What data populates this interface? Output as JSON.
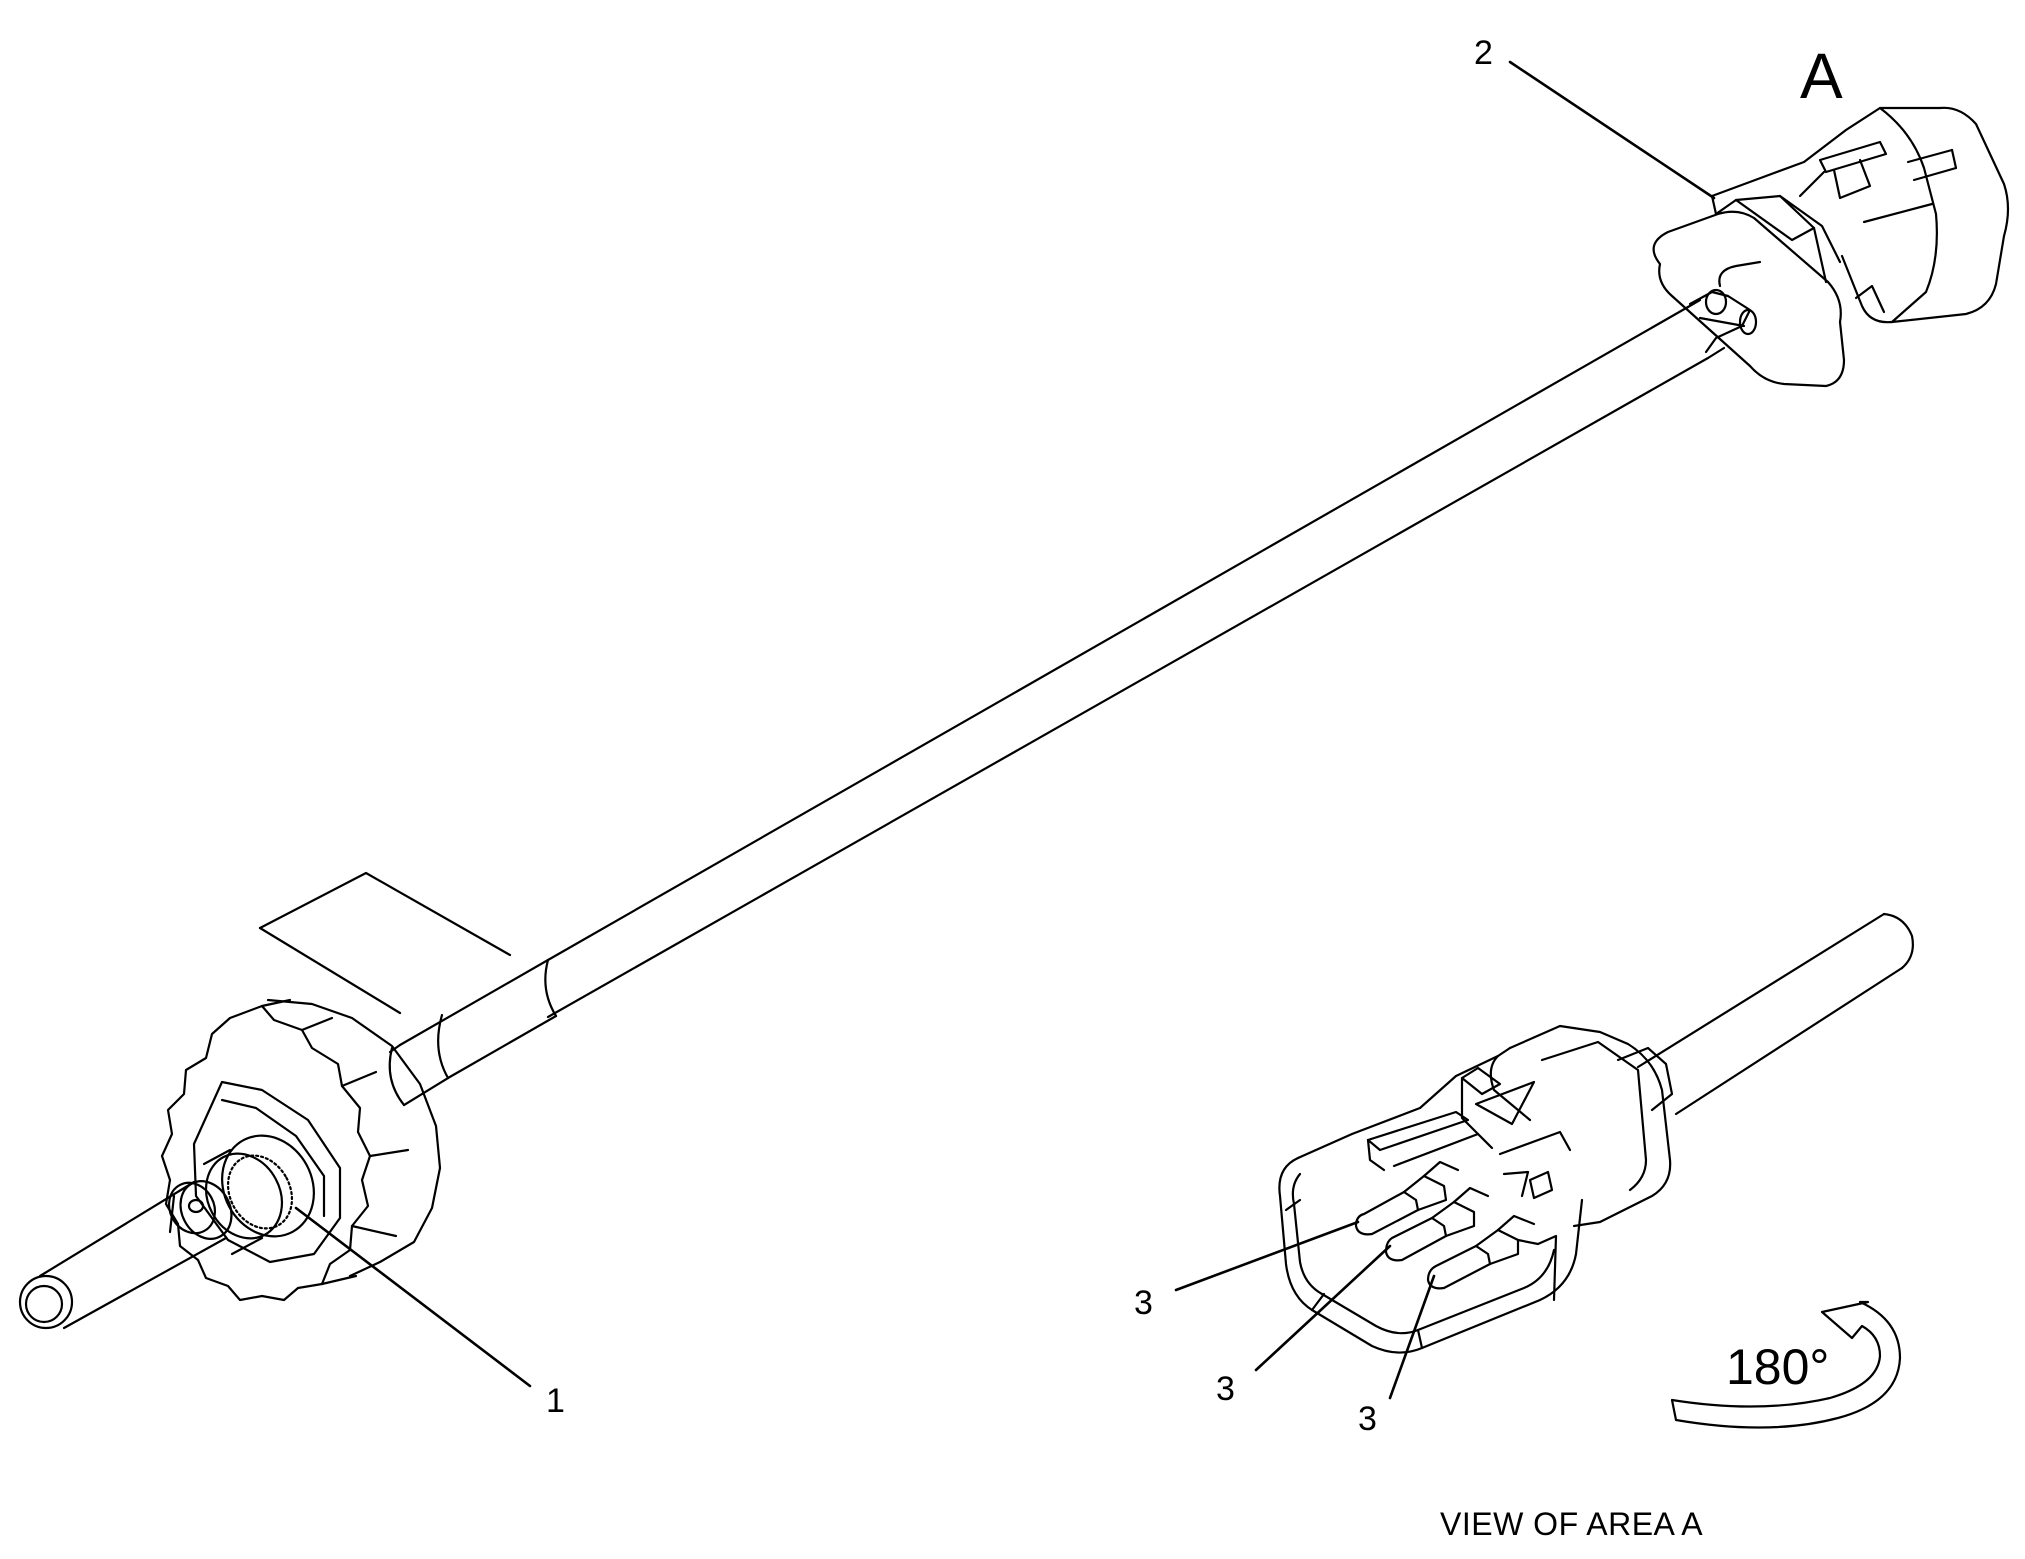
{
  "callouts": {
    "c1": "1",
    "c2": "2",
    "c3a": "3",
    "c3b": "3",
    "c3c": "3"
  },
  "area_letter": "A",
  "rotation_label": "180°",
  "view_caption": "VIEW OF AREA  A",
  "colors": {
    "line": "#000000",
    "background": "#ffffff"
  }
}
